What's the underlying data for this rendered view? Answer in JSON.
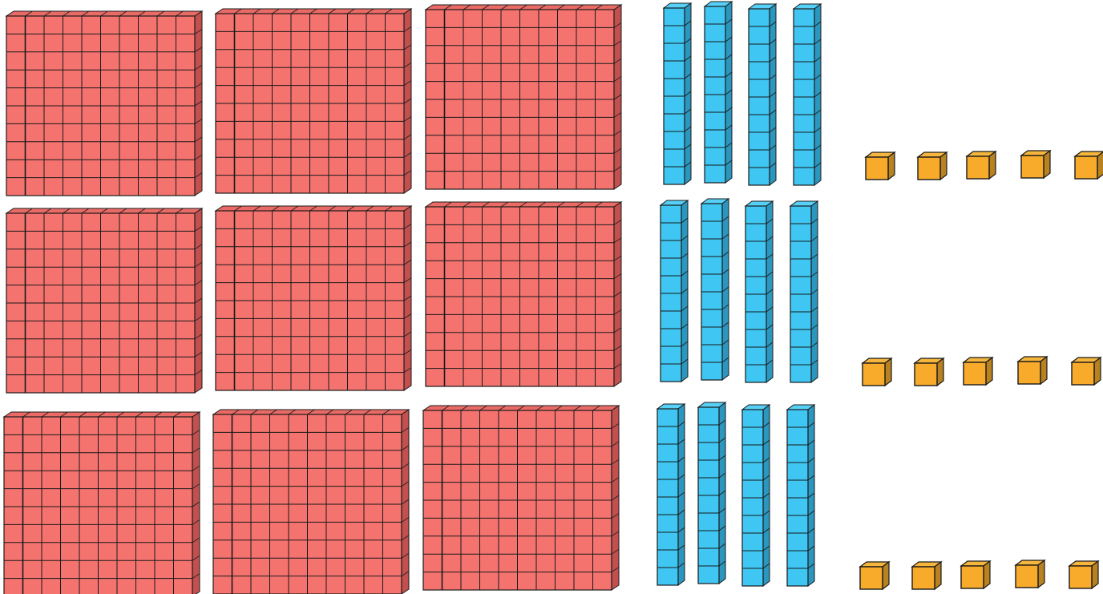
{
  "diagram": {
    "kind": "base-ten-blocks",
    "groups": [
      {
        "hundreds": 3,
        "tens": 4,
        "ones": 5
      },
      {
        "hundreds": 3,
        "tens": 4,
        "ones": 5
      },
      {
        "hundreds": 3,
        "tens": 4,
        "ones": 5
      }
    ],
    "units_per_side": 10,
    "colors": {
      "hundred_face": "#f4736f",
      "hundred_top": "#ea6a66",
      "hundred_side": "#c2504e",
      "ten_face": "#3fc6f2",
      "ten_top": "#56d0f6",
      "ten_side": "#2b97bf",
      "one_face": "#f8ab2b",
      "one_top": "#f6b53c",
      "one_side": "#b7821f",
      "outline": "#1a1a1a"
    }
  }
}
